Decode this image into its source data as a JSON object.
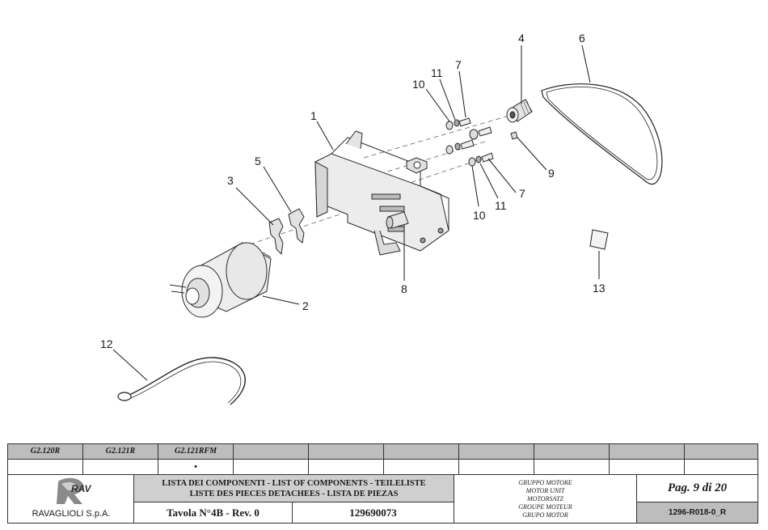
{
  "callouts": [
    "1",
    "2",
    "3",
    "4",
    "5",
    "6",
    "7",
    "7",
    "8",
    "9",
    "10",
    "10",
    "11",
    "11",
    "12",
    "13"
  ],
  "title_block": {
    "models": [
      "G2.120R",
      "G2.121R",
      "G2.121RFM",
      "",
      "",
      "",
      "",
      "",
      "",
      ""
    ],
    "applicability": [
      "",
      "",
      "•",
      "",
      "",
      "",
      "",
      "",
      "",
      ""
    ],
    "company": "RAVAGLIOLI S.p.A.",
    "logo_text": "RAV",
    "list_title_line1": "LISTA DEI COMPONENTI - LIST OF COMPONENTS - TEILELISTE",
    "list_title_line2": "LISTE DES PIECES DETACHEES - LISTA DE PIEZAS",
    "table_ref": "Tavola N°4B - Rev. 0",
    "part_number": "129690073",
    "group_names": [
      "GRUPPO MOTORE",
      "MOTOR UNIT",
      "MOTORSATZ",
      "GROUPE MOTEUR",
      "GRUPO MOTOR"
    ],
    "page": "Pag. 9 di 20",
    "doc_code": "1296-R018-0_R"
  }
}
